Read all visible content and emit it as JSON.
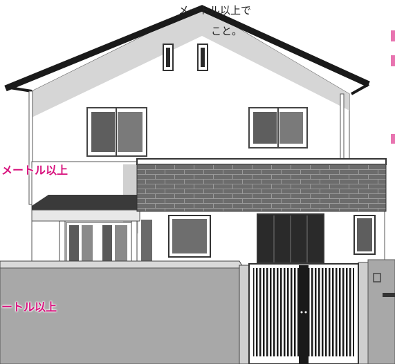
{
  "notes": {
    "top_line_1": "メートル以上で",
    "top_line_2": "こと。"
  },
  "labels": {
    "upper": "メートル以上",
    "lower": "ートル以上"
  },
  "colors": {
    "accent": "#d8127d",
    "roof": "#1a1a1a",
    "wall": "#ffffff",
    "gable_shade": "#d9d9d9",
    "fence": "#a8a8a8",
    "tile": "#6e6e6e"
  }
}
